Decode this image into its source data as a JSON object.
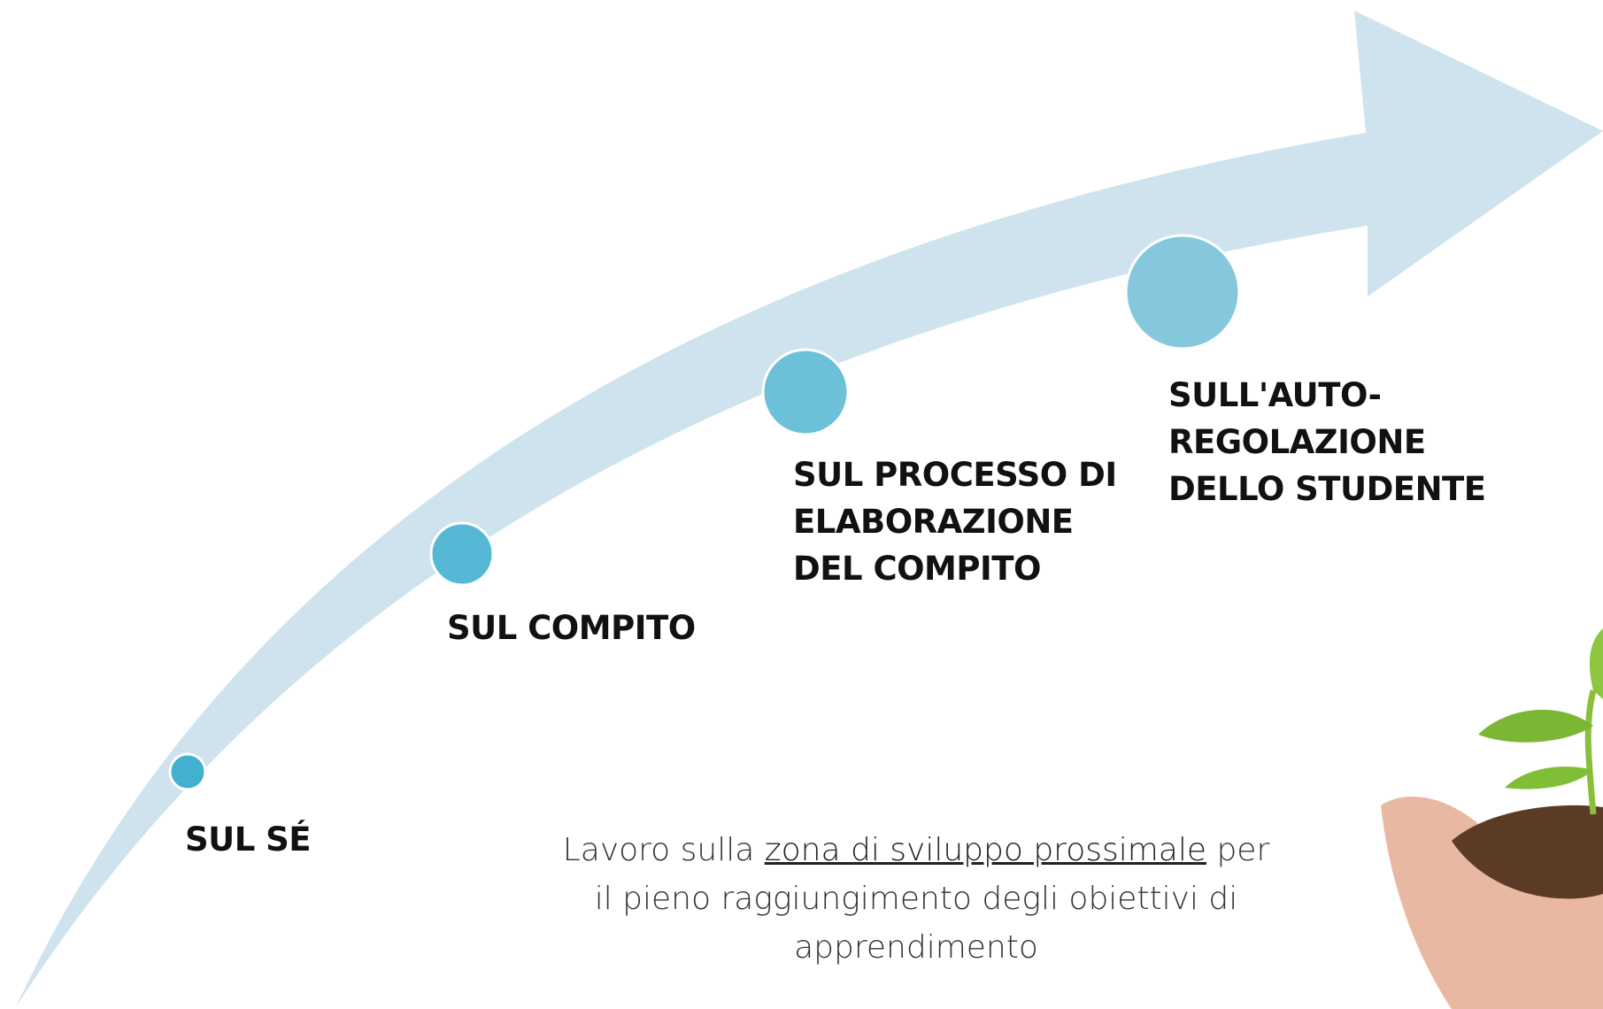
{
  "colors": {
    "arrow_fill": "#cfe3ee",
    "node_fills": [
      "#44b0d0",
      "#57b8d5",
      "#6cc1d9",
      "#85c8dd"
    ],
    "node_stroke": "#ffffff",
    "text": "#111111"
  },
  "steps": [
    {
      "label_lines": [
        "SUL SÉ"
      ]
    },
    {
      "label_lines": [
        "SUL COMPITO"
      ]
    },
    {
      "label_lines": [
        "SUL PROCESSO DI",
        "ELABORAZIONE",
        "DEL COMPITO"
      ]
    },
    {
      "label_lines": [
        "SULL'AUTO-",
        "REGOLAZIONE",
        "DELLO STUDENTE"
      ]
    }
  ],
  "caption": {
    "pre": "Lavoro sulla ",
    "underlined": "zona di sviluppo prossimale",
    "post_line1": " per",
    "line2": "il pieno raggiungimento degli obiettivi di",
    "line3": "apprendimento"
  },
  "image": {
    "icon": "hands-holding-seedling-icon"
  }
}
